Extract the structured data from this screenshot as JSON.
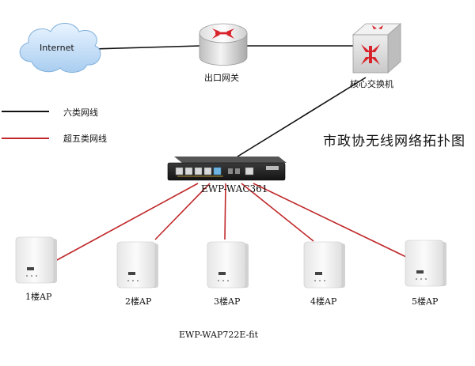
{
  "colors": {
    "cat6": "#111111",
    "cat5e": "#c0282a",
    "router_red": "#d8232a",
    "ap_body": "#f4f4f4"
  },
  "diagram": {
    "title": "市政协无线网络拓扑图",
    "internet_label": "Internet",
    "gateway_label": "出口网关",
    "core_switch_label": "核心交换机",
    "controller_label": "EWP-WAC361",
    "ap_model_label": "EWP-WAP722E-fit",
    "legend": [
      {
        "label": "六类网线",
        "color": "#111111",
        "icon": "black-line"
      },
      {
        "label": "超五类网线",
        "color": "#c0282a",
        "icon": "red-line"
      }
    ],
    "aps": [
      {
        "label": "1楼AP"
      },
      {
        "label": "2楼AP"
      },
      {
        "label": "3楼AP"
      },
      {
        "label": "4楼AP"
      },
      {
        "label": "5楼AP"
      }
    ],
    "links": [
      {
        "from": "Internet",
        "to": "出口网关",
        "type": "六类网线"
      },
      {
        "from": "出口网关",
        "to": "核心交换机",
        "type": "六类网线"
      },
      {
        "from": "核心交换机",
        "to": "EWP-WAC361",
        "type": "六类网线"
      },
      {
        "from": "EWP-WAC361",
        "to": "1楼AP",
        "type": "超五类网线"
      },
      {
        "from": "EWP-WAC361",
        "to": "2楼AP",
        "type": "超五类网线"
      },
      {
        "from": "EWP-WAC361",
        "to": "3楼AP",
        "type": "超五类网线"
      },
      {
        "from": "EWP-WAC361",
        "to": "4楼AP",
        "type": "超五类网线"
      },
      {
        "from": "EWP-WAC361",
        "to": "5楼AP",
        "type": "超五类网线"
      }
    ]
  }
}
